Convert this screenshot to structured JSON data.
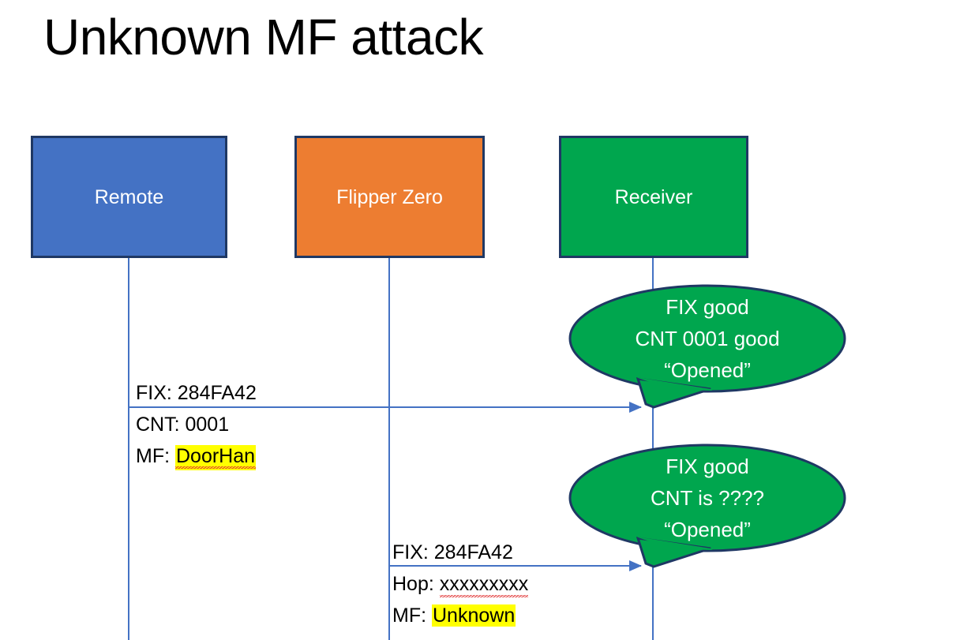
{
  "slide": {
    "title": "Unknown MF attack",
    "background": "#FFFFFF"
  },
  "colors": {
    "remote_box": "#4472C4",
    "flipper_box": "#ED7D31",
    "receiver_box": "#00A64E",
    "box_border": "#1F3864",
    "lifeline": "#4472C4",
    "arrow": "#4472C4",
    "bubble_fill": "#00A64E",
    "bubble_border": "#1F3864",
    "highlight": "#FFFF00",
    "spellcheck_underline": "#E03030"
  },
  "actors": [
    {
      "id": "remote",
      "label": "Remote"
    },
    {
      "id": "flipper",
      "label": "Flipper Zero"
    },
    {
      "id": "receiver",
      "label": "Receiver"
    }
  ],
  "messages": [
    {
      "id": "msg1",
      "from": "remote",
      "to": "receiver",
      "line1": "FIX: 284FA42",
      "line2": "CNT: 0001",
      "line3_prefix": "MF: ",
      "line3_value": "DoorHan",
      "line3_highlighted": true,
      "line3_spellchecked": true
    },
    {
      "id": "msg2",
      "from": "flipper",
      "to": "receiver",
      "line1": "FIX: 284FA42",
      "line2_prefix": "Hop: ",
      "line2_value": "xxxxxxxxx",
      "line2_spellchecked": true,
      "line3_prefix": "MF: ",
      "line3_value": "Unknown",
      "line3_highlighted": true
    }
  ],
  "callouts": [
    {
      "id": "callout-1",
      "attached_to": "receiver",
      "line1": "FIX good",
      "line2": "CNT 0001 good",
      "line3": "“Opened”"
    },
    {
      "id": "callout-2",
      "attached_to": "receiver",
      "line1": "FIX good",
      "line2": "CNT is ????",
      "line3": "“Opened”"
    }
  ]
}
